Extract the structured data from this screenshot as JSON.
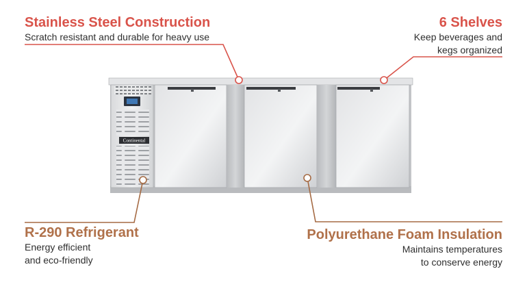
{
  "callouts": {
    "stainless": {
      "title": "Stainless Steel Construction",
      "desc": "Scratch resistant and durable for heavy use"
    },
    "shelves": {
      "title": "6 Shelves",
      "desc_line1": "Keep beverages and",
      "desc_line2": "kegs organized"
    },
    "refrigerant": {
      "title": "R-290 Refrigerant",
      "desc_line1": "Energy efficient",
      "desc_line2": "and eco-friendly"
    },
    "insulation": {
      "title": "Polyurethane Foam Insulation",
      "desc_line1": "Maintains temperatures",
      "desc_line2": "to conserve energy"
    }
  },
  "product": {
    "brand_label": "Continental",
    "door_count": 3
  },
  "colors": {
    "red_accent": "#d9534a",
    "brown_accent": "#b0714a",
    "steel_light": "#e6e7e8",
    "steel_dark": "#9fa2a5"
  }
}
